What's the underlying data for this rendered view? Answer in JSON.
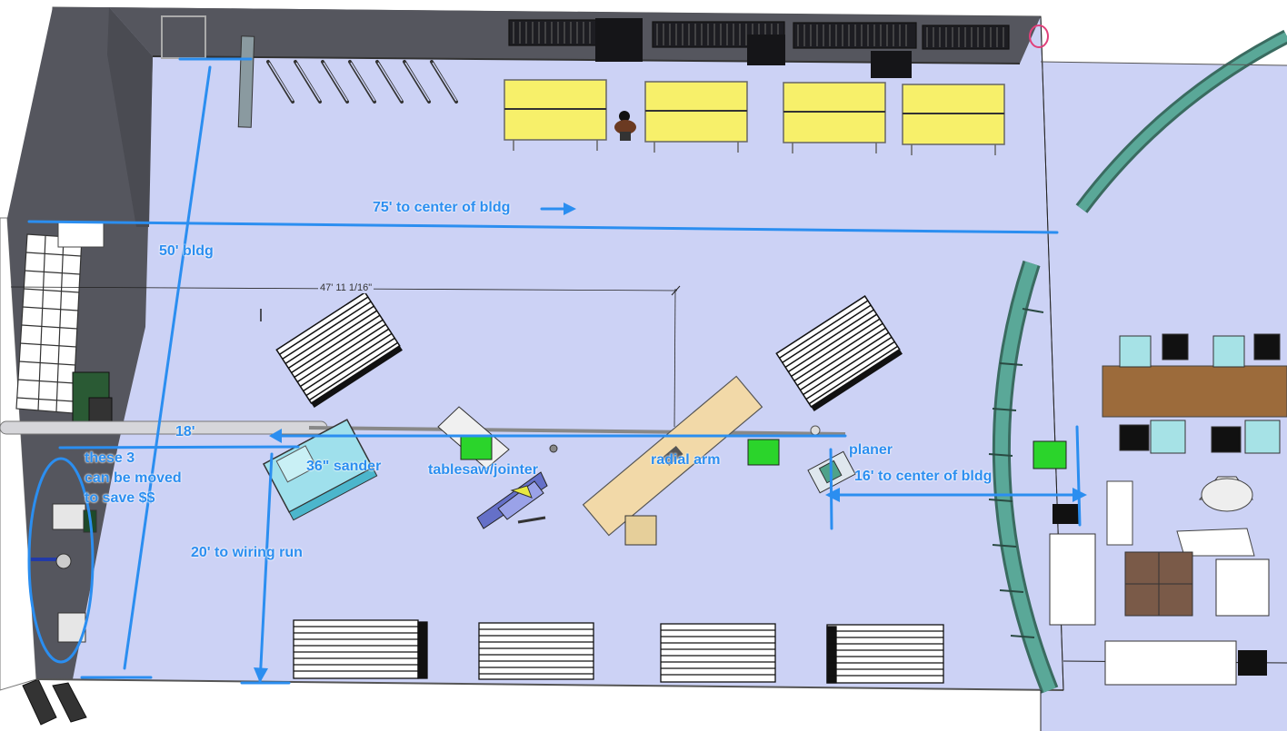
{
  "labels": {
    "center_75": "75' to center of bldg",
    "bldg_50": "50' bldg",
    "dim_47": "47' 11 1/16\"",
    "dist_18": "18'",
    "moved_1": "these 3",
    "moved_2": "can be moved",
    "moved_3": "to save $$",
    "sander": "36\" sander",
    "tablesaw": "tablesaw/jointer",
    "radial": "radial arm",
    "planer": "planer",
    "center_16": "16' to center of bldg",
    "wiring_20": "20' to wiring run"
  },
  "colors": {
    "floor": "#ccd2f5",
    "wall": "#55565e",
    "annotation": "#2b8ef0",
    "glass": "#4a9a86",
    "table_yellow": "#f7f06a",
    "marker_green": "#2bd42b"
  }
}
